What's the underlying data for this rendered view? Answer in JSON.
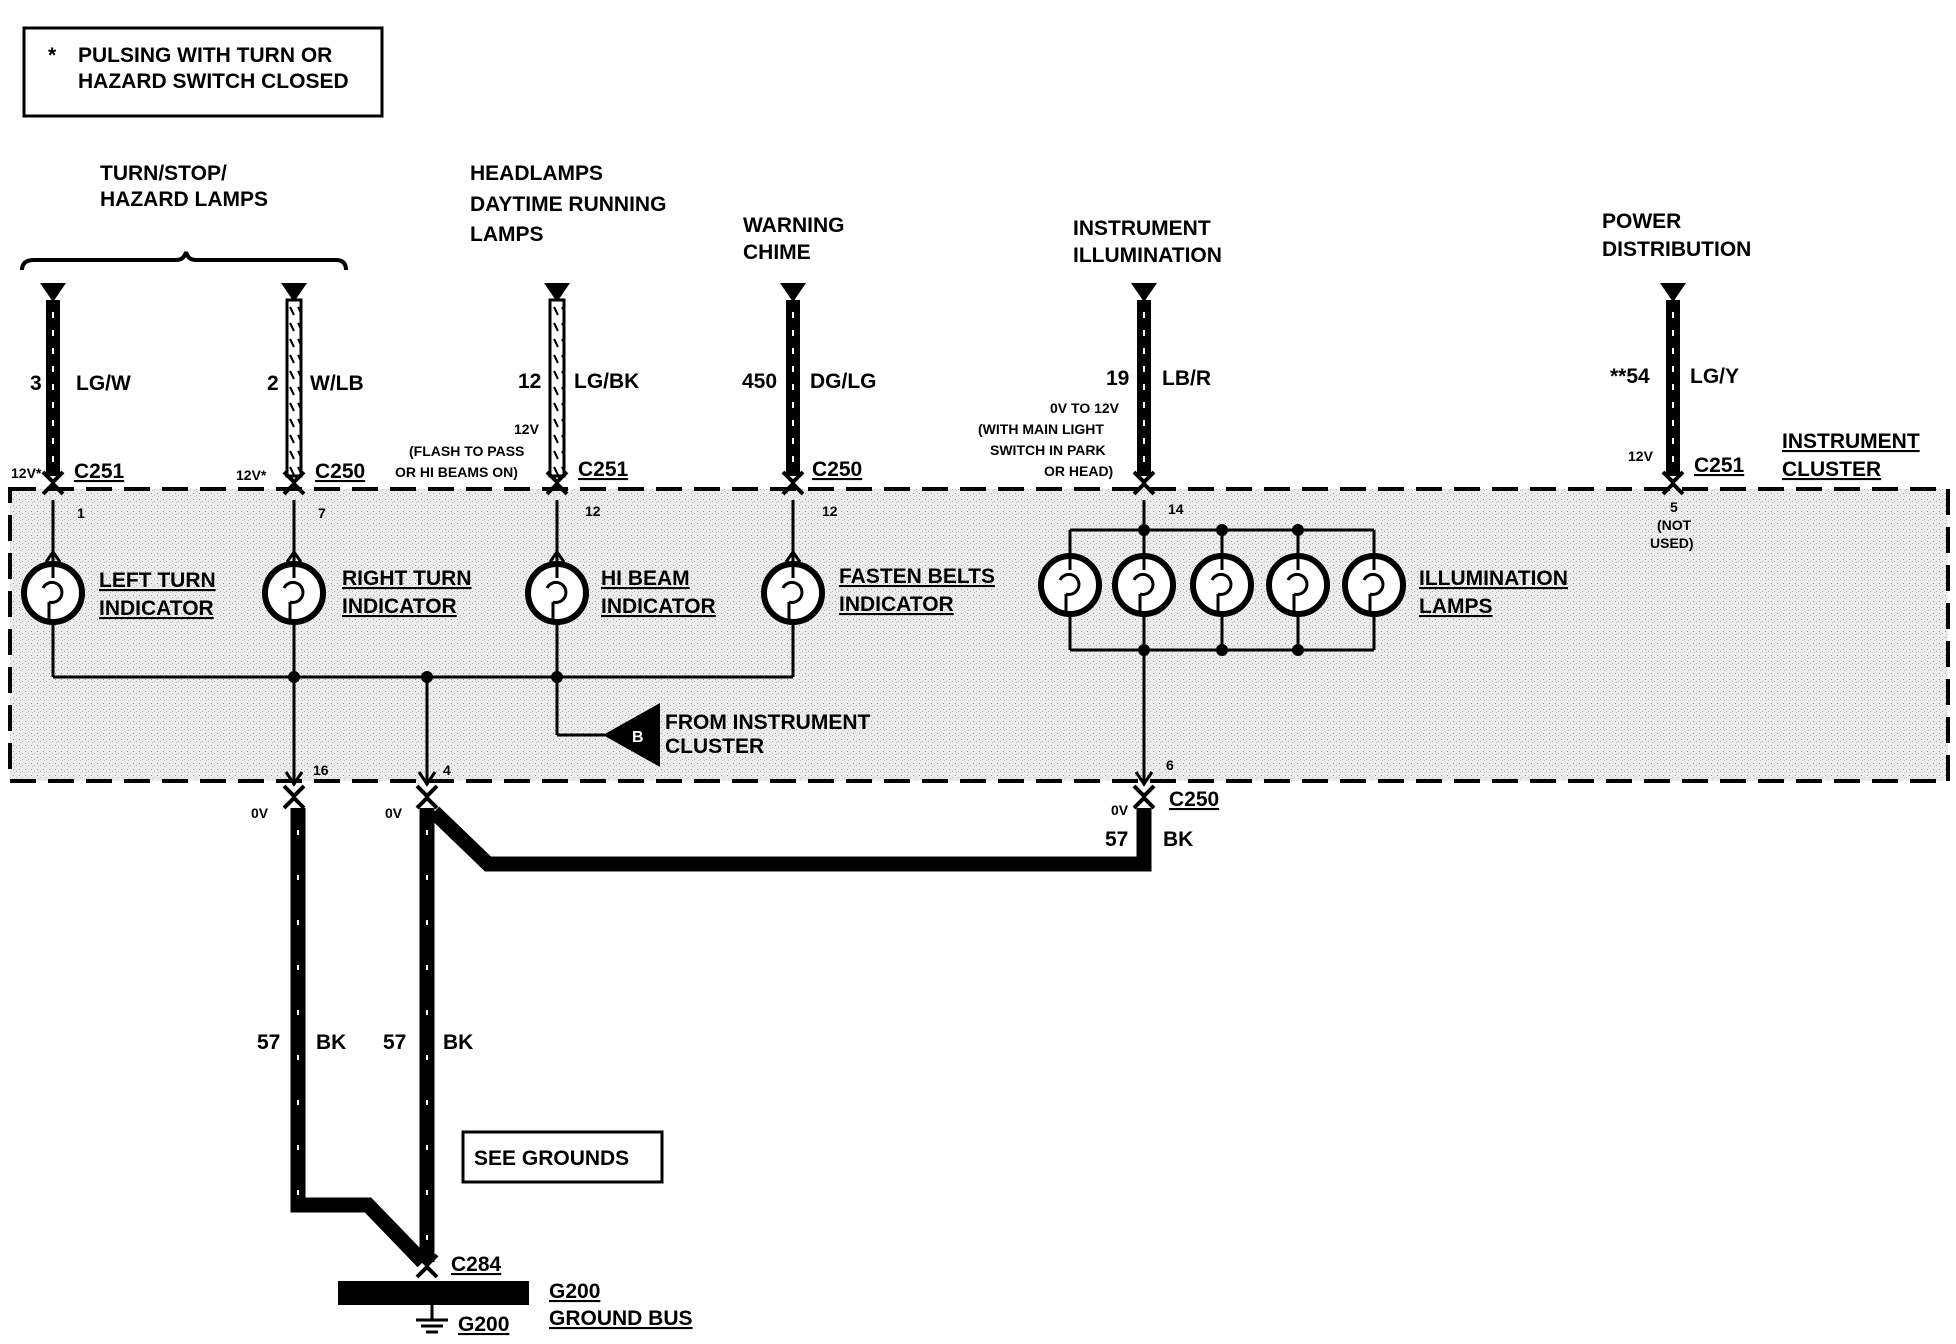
{
  "note": {
    "symbol": "*",
    "line1": "PULSING WITH TURN OR",
    "line2": "HAZARD SWITCH CLOSED"
  },
  "see_grounds": "SEE GROUNDS",
  "cluster": {
    "line1": "INSTRUMENT",
    "line2": "CLUSTER"
  },
  "sources": {
    "turn": {
      "line1": "TURN/STOP/",
      "line2": "HAZARD LAMPS"
    },
    "headlamps": {
      "line1": "HEADLAMPS",
      "line2": "DAYTIME RUNNING",
      "line3": "LAMPS"
    },
    "chime": {
      "line1": "WARNING",
      "line2": "CHIME"
    },
    "illum": {
      "line1": "INSTRUMENT",
      "line2": "ILLUMINATION"
    },
    "power": {
      "line1": "POWER",
      "line2": "DISTRIBUTION"
    }
  },
  "wires": [
    {
      "circuit": "3",
      "color": "LG/W",
      "connector": "C251",
      "voltage": "12V*",
      "pin": "1"
    },
    {
      "circuit": "2",
      "color": "W/LB",
      "connector": "C250",
      "voltage": "12V*",
      "pin": "7"
    },
    {
      "circuit": "12",
      "color": "LG/BK",
      "connector": "C251",
      "voltage": "12V",
      "voltage_note1": "(FLASH TO PASS",
      "voltage_note2": "OR HI BEAMS ON)",
      "pin": "12"
    },
    {
      "circuit": "450",
      "color": "DG/LG",
      "connector": "C250",
      "pin": "12"
    },
    {
      "circuit": "19",
      "color": "LB/R",
      "connector": "",
      "voltage": "0V TO 12V",
      "voltage_note1": "(WITH MAIN LIGHT",
      "voltage_note2": "SWITCH IN PARK",
      "voltage_note3": "OR HEAD)",
      "pin": "14"
    },
    {
      "circuit": "**54",
      "color": "LG/Y",
      "connector": "C251",
      "voltage": "12V",
      "pin": "5",
      "pin_note1": "(NOT",
      "pin_note2": "USED)"
    }
  ],
  "indicators": {
    "left_turn": {
      "line1": "LEFT TURN",
      "line2": "INDICATOR"
    },
    "right_turn": {
      "line1": "RIGHT TURN",
      "line2": "INDICATOR"
    },
    "hi_beam": {
      "line1": "HI BEAM",
      "line2": "INDICATOR"
    },
    "fasten": {
      "line1": "FASTEN BELTS",
      "line2": "INDICATOR"
    },
    "illum": {
      "line1": "ILLUMINATION",
      "line2": "LAMPS"
    }
  },
  "from_cluster": {
    "letter": "B",
    "line1": "FROM INSTRUMENT",
    "line2": "CLUSTER"
  },
  "grounds": [
    {
      "pin": "16",
      "voltage": "0V",
      "circuit": "57",
      "color": "BK"
    },
    {
      "pin": "4",
      "voltage": "0V",
      "circuit": "57",
      "color": "BK"
    },
    {
      "pin": "6",
      "voltage": "0V",
      "circuit": "57",
      "color": "BK",
      "connector": "C250"
    }
  ],
  "bottom": {
    "connector": "C284",
    "bus_id": "G200",
    "bus_label": "GROUND BUS",
    "ground_id": "G200"
  }
}
